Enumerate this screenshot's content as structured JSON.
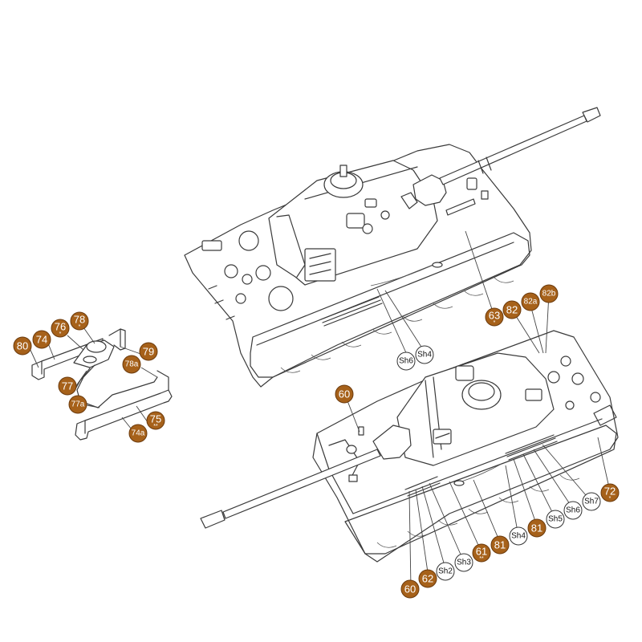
{
  "colors": {
    "paint_fill": "#a6611a",
    "paint_stroke": "#6b3a0c",
    "paint_text": "#ffffff",
    "shade_fill": "#ffffff",
    "shade_stroke": "#333333",
    "shade_text": "#111111",
    "line": "#3a3a3a"
  },
  "parts_callouts": [
    {
      "label": "80",
      "kind": "paint",
      "mark": ""
    },
    {
      "label": "74",
      "kind": "paint",
      "mark": ""
    },
    {
      "label": "76",
      "kind": "paint",
      "mark": "*"
    },
    {
      "label": "78",
      "kind": "paint",
      "mark": "*"
    },
    {
      "label": "79",
      "kind": "paint",
      "mark": ""
    },
    {
      "label": "78a",
      "kind": "paint",
      "mark": ""
    },
    {
      "label": "77",
      "kind": "paint",
      "mark": ""
    },
    {
      "label": "77a",
      "kind": "paint",
      "mark": ""
    },
    {
      "label": "75",
      "kind": "paint",
      "mark": "**"
    },
    {
      "label": "74a",
      "kind": "paint",
      "mark": ""
    }
  ],
  "top_view_callouts": [
    {
      "label": "63",
      "kind": "paint",
      "mark": "*"
    },
    {
      "label": "82",
      "kind": "paint",
      "mark": ""
    },
    {
      "label": "82a",
      "kind": "paint",
      "mark": ""
    },
    {
      "label": "82b",
      "kind": "paint",
      "mark": ""
    },
    {
      "label": "Sh6",
      "kind": "shade",
      "mark": ""
    },
    {
      "label": "Sh4",
      "kind": "shade",
      "mark": ""
    }
  ],
  "bottom_view_callouts": [
    {
      "label": "60",
      "kind": "paint",
      "mark": ""
    },
    {
      "label": "60",
      "kind": "paint",
      "mark": ""
    },
    {
      "label": "62",
      "kind": "paint",
      "mark": ""
    },
    {
      "label": "Sh2",
      "kind": "shade",
      "mark": ""
    },
    {
      "label": "Sh3",
      "kind": "shade",
      "mark": ""
    },
    {
      "label": "61",
      "kind": "paint",
      "mark": "**"
    },
    {
      "label": "81",
      "kind": "paint",
      "mark": ""
    },
    {
      "label": "Sh4",
      "kind": "shade",
      "mark": ""
    },
    {
      "label": "81",
      "kind": "paint",
      "mark": ""
    },
    {
      "label": "Sh5",
      "kind": "shade",
      "mark": ""
    },
    {
      "label": "Sh6",
      "kind": "shade",
      "mark": ""
    },
    {
      "label": "Sh7",
      "kind": "shade",
      "mark": ""
    },
    {
      "label": "72",
      "kind": "paint",
      "mark": "*"
    }
  ]
}
